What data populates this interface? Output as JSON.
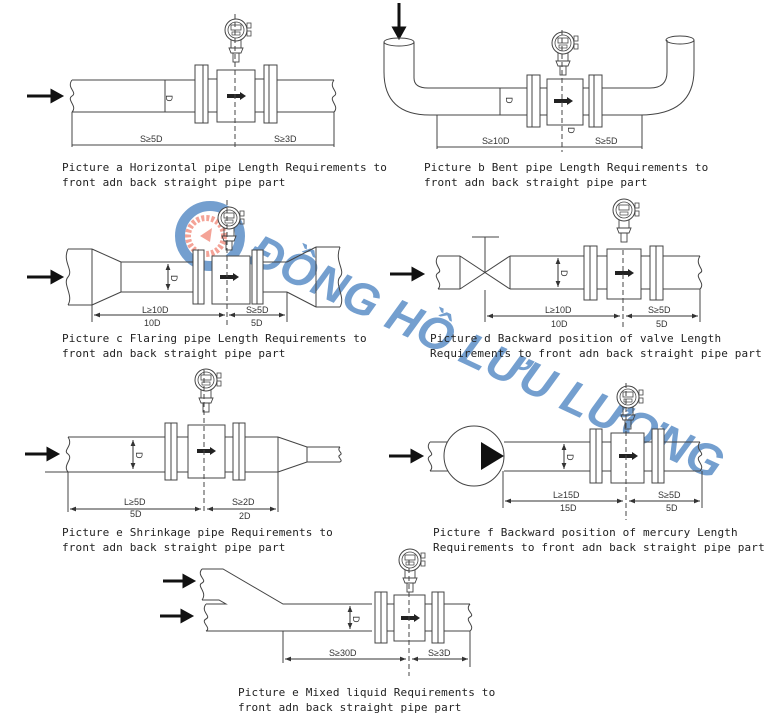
{
  "figures": {
    "a": {
      "caption_line1": "Picture a Horizontal pipe Length Requirements to",
      "caption_line2": "front adn back straight pipe part",
      "pipe_label": "D",
      "upstream": "S≥5D",
      "downstream": "S≥3D"
    },
    "b": {
      "caption_line1": "Picture b Bent pipe Length Requirements to",
      "caption_line2": "front adn back straight pipe part",
      "pipe_label": "D",
      "upstream": "S≥10D",
      "downstream": "S≥5D"
    },
    "c": {
      "caption_line1": "Picture c Flaring pipe Length Requirements to",
      "caption_line2": "front adn back straight pipe part",
      "pipe_label": "D",
      "upstream": "L≥10D",
      "upstream_value": "10D",
      "downstream": "S≥5D",
      "downstream_value": "5D"
    },
    "d": {
      "caption_line1": "Picture d Backward position of valve Length",
      "caption_line2": "Requirements to front adn back straight pipe part",
      "pipe_label": "D",
      "upstream": "L≥10D",
      "upstream_value": "10D",
      "downstream": "S≥5D",
      "downstream_value": "5D"
    },
    "e": {
      "caption_line1": "Picture e Shrinkage pipe Requirements to",
      "caption_line2": "front adn back straight pipe part",
      "pipe_label": "D",
      "upstream": "L≥5D",
      "upstream_value": "5D",
      "downstream": "S≥2D",
      "downstream_value": "2D"
    },
    "f": {
      "caption_line1": "Picture f Backward position of mercury Length",
      "caption_line2": "Requirements to front adn back straight pipe part",
      "pipe_label": "D",
      "upstream": "L≥15D",
      "upstream_value": "15D",
      "downstream": "S≥5D",
      "downstream_value": "5D"
    },
    "g": {
      "caption_line1": "Picture e Mixed liquid Requirements to",
      "caption_line2": "front adn back straight pipe part",
      "pipe_label": "D",
      "upstream": "S≥30D",
      "downstream": "S≥3D"
    }
  },
  "watermark": {
    "text": "ĐỒNG HỒ LƯU LƯỢNG",
    "color": "#3f7bbd",
    "logo_color": "#f08070"
  }
}
